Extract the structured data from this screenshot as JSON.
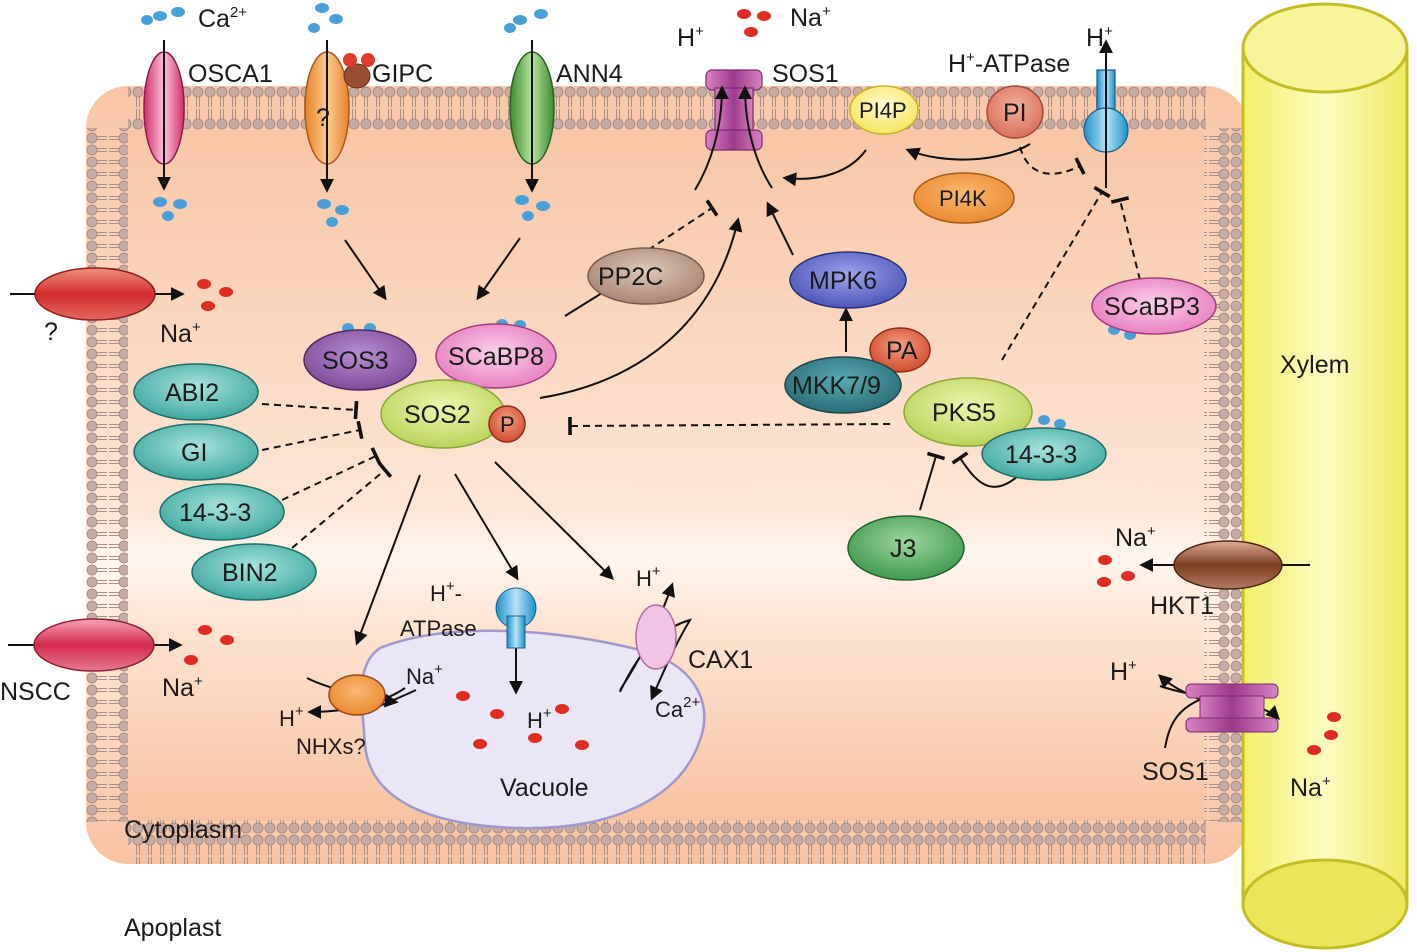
{
  "compartments": {
    "cytoplasm": "Cytoplasm",
    "apoplast": "Apoplast",
    "vacuole": "Vacuole",
    "xylem": "Xylem"
  },
  "channels": {
    "osca1": "OSCA1",
    "gipc": "GIPC",
    "gipc_unknown": "?",
    "ann4": "ANN4",
    "sos1_top": "SOS1",
    "pm_h_atpase": "H",
    "pm_h_atpase_tail": "-ATPase",
    "pi4p": "PI4P",
    "pi": "PI",
    "pi4k": "PI4K",
    "nscc": "NSCC",
    "unknown_na_channel": "?",
    "hkt1": "HKT1",
    "sos1_xylem": "SOS1",
    "cax1": "CAX1",
    "nhxs": "NHXs?",
    "v_h_atpase_line1": "H",
    "v_h_atpase_line1_tail": "-",
    "v_h_atpase_line2": "ATPase"
  },
  "proteins": {
    "sos3": "SOS3",
    "scabp8": "SCaBP8",
    "sos2": "SOS2",
    "phospho": "P",
    "pp2c": "PP2C",
    "mpk6": "MPK6",
    "mkk79": "MKK7/9",
    "pa": "PA",
    "pks5": "PKS5",
    "scabp3": "SCaBP3",
    "j3": "J3",
    "prot_1433_right": "14-3-3",
    "abi2": "ABI2",
    "gi": "GI",
    "prot_1433_left": "14-3-3",
    "bin2": "BIN2"
  },
  "ions": {
    "ca": "Ca",
    "ca_charge": "2+",
    "na": "Na",
    "na_charge": "+",
    "h": "H",
    "h_charge": "+"
  }
}
